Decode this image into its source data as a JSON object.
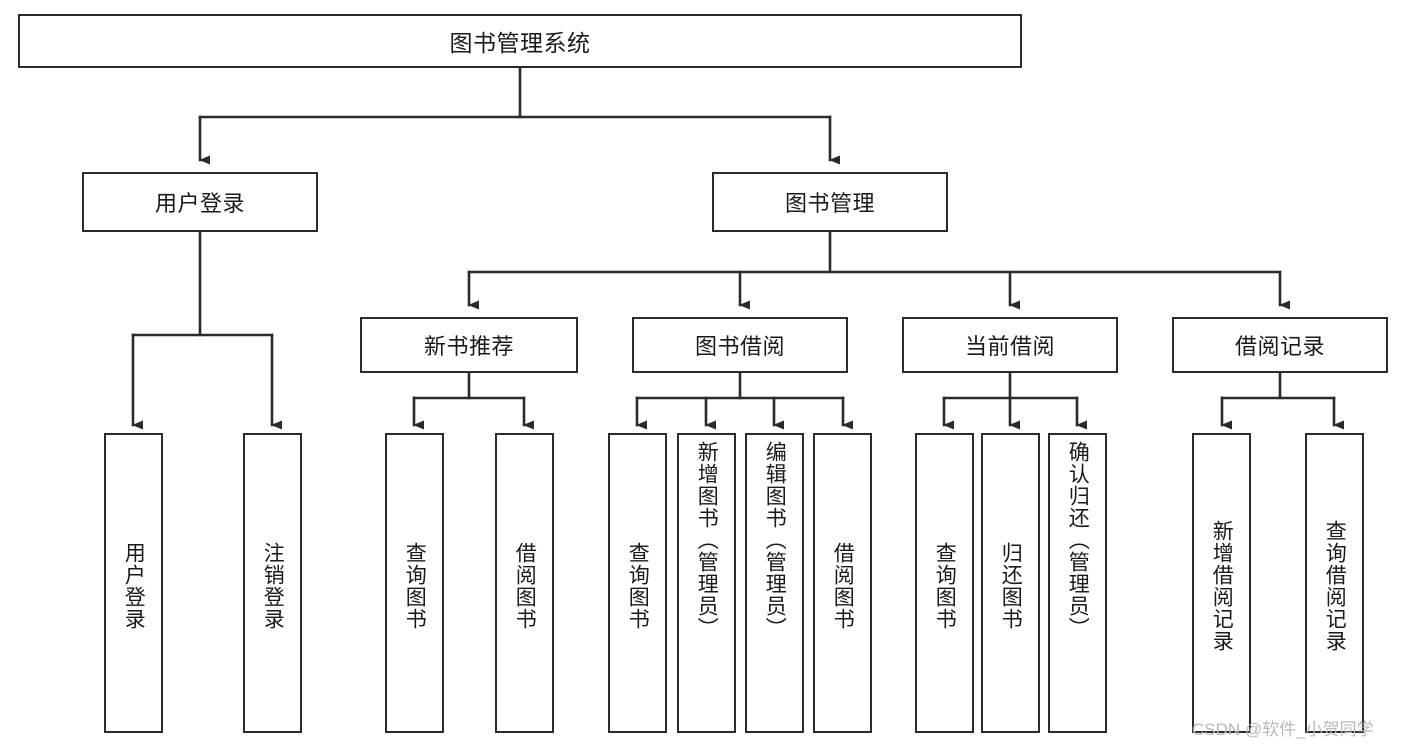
{
  "diagram": {
    "type": "tree-hierarchy",
    "title": "图书管理系统",
    "watermark": "CSDN @软件_小贺同学",
    "colors": {
      "box_border": "#2b2b2b",
      "box_fill": "#ffffff",
      "connector": "#2b2b2b",
      "text": "#1a1a1a",
      "watermark": "#b9b9b9",
      "background": "#ffffff"
    },
    "levels": [
      {
        "level": 1,
        "nodes": [
          {
            "id": "root",
            "label": "图书管理系统"
          }
        ]
      },
      {
        "level": 2,
        "nodes": [
          {
            "id": "user-login",
            "label": "用户登录"
          },
          {
            "id": "book-manage",
            "label": "图书管理"
          }
        ]
      },
      {
        "level": 3,
        "nodes": [
          {
            "id": "new-book-rec",
            "label": "新书推荐"
          },
          {
            "id": "book-borrow",
            "label": "图书借阅"
          },
          {
            "id": "current-borrow",
            "label": "当前借阅"
          },
          {
            "id": "borrow-record",
            "label": "借阅记录"
          }
        ]
      },
      {
        "level": 4,
        "nodes": [
          {
            "id": "leaf-user-login",
            "label": "用户登录",
            "parent": "user-login"
          },
          {
            "id": "leaf-logout-login",
            "label": "注销登录",
            "parent": "user-login"
          },
          {
            "id": "leaf-query-book-1",
            "label": "查询图书",
            "parent": "new-book-rec"
          },
          {
            "id": "leaf-borrow-book-1",
            "label": "借阅图书",
            "parent": "new-book-rec"
          },
          {
            "id": "leaf-query-book-2",
            "label": "查询图书",
            "parent": "book-borrow"
          },
          {
            "id": "leaf-add-book",
            "label": "新增图书（管理员）",
            "parent": "book-borrow"
          },
          {
            "id": "leaf-edit-book",
            "label": "编辑图书（管理员）",
            "parent": "book-borrow"
          },
          {
            "id": "leaf-borrow-book-2",
            "label": "借阅图书",
            "parent": "book-borrow"
          },
          {
            "id": "leaf-query-book-3",
            "label": "查询图书",
            "parent": "current-borrow"
          },
          {
            "id": "leaf-return-book",
            "label": "归还图书",
            "parent": "current-borrow"
          },
          {
            "id": "leaf-confirm-return",
            "label": "确认归还（管理员）",
            "parent": "current-borrow"
          },
          {
            "id": "leaf-add-record",
            "label": "新增借阅记录",
            "parent": "borrow-record"
          },
          {
            "id": "leaf-query-record",
            "label": "查询借阅记录",
            "parent": "borrow-record"
          }
        ]
      }
    ]
  }
}
